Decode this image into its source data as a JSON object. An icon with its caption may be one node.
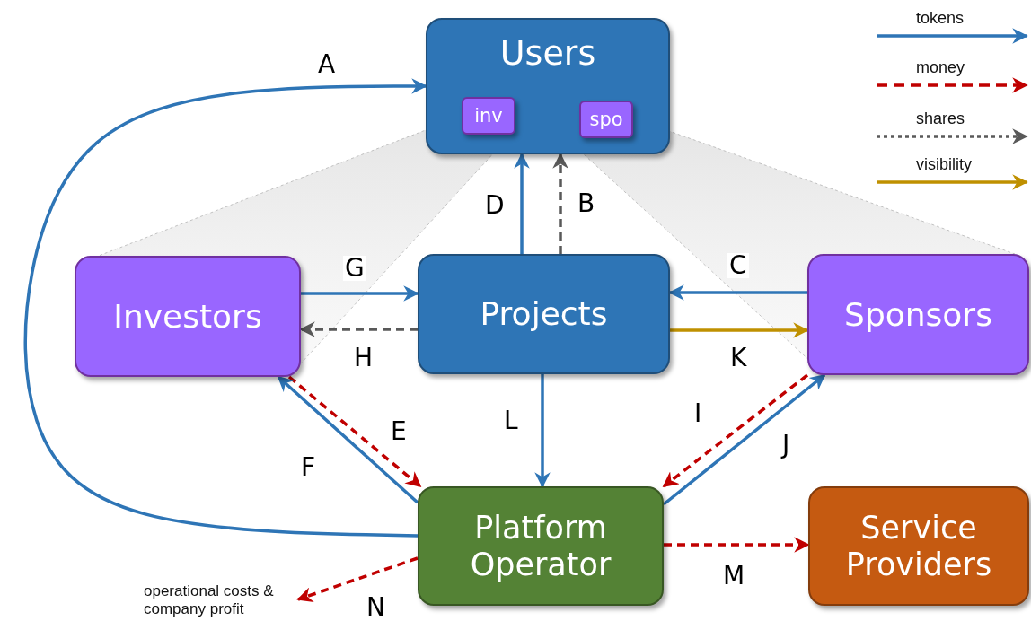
{
  "diagram": {
    "nodes": [
      {
        "text": [
          "Users"
        ]
      },
      {
        "text": [
          "inv"
        ],
        "in": 0
      },
      {
        "text": [
          "spo"
        ],
        "in": 0
      },
      {
        "text": [
          "Investors"
        ]
      },
      {
        "text": [
          "Projects"
        ]
      },
      {
        "text": [
          "Sponsors"
        ]
      },
      {
        "text": [
          "Platform Operator"
        ]
      },
      {
        "text": [
          "Service Providers"
        ]
      },
      {
        "text": [
          "operational costs & company profit"
        ]
      }
    ],
    "edges": [
      {
        "from": 6,
        "to": 0,
        "arrow": "to",
        "label": "A"
      },
      {
        "from": 4,
        "to": 0,
        "arrow": "to",
        "label": "B",
        "style": "dashed",
        "color": "#595959"
      },
      {
        "from": 5,
        "to": 4,
        "arrow": "to",
        "label": "C"
      },
      {
        "from": 4,
        "to": 0,
        "arrow": "to",
        "label": "D"
      },
      {
        "from": 3,
        "to": 6,
        "arrow": "to",
        "label": "E",
        "style": "dashed",
        "color": "#c00000"
      },
      {
        "from": 6,
        "to": 3,
        "arrow": "to",
        "label": "F"
      },
      {
        "from": 3,
        "to": 4,
        "arrow": "to",
        "label": "G"
      },
      {
        "from": 4,
        "to": 3,
        "arrow": "to",
        "label": "H",
        "style": "dashed",
        "color": "#595959"
      },
      {
        "from": 5,
        "to": 6,
        "arrow": "to",
        "label": "I",
        "style": "dashed",
        "color": "#c00000"
      },
      {
        "from": 6,
        "to": 5,
        "arrow": "to",
        "label": "J"
      },
      {
        "from": 4,
        "to": 5,
        "arrow": "to",
        "label": "K",
        "color": "#bf9000"
      },
      {
        "from": 4,
        "to": 6,
        "arrow": "to",
        "label": "L"
      },
      {
        "from": 6,
        "to": 7,
        "arrow": "to",
        "label": "M",
        "style": "dashed",
        "color": "#c00000"
      },
      {
        "from": 6,
        "to": 8,
        "arrow": "to",
        "label": "N",
        "style": "dashed",
        "color": "#c00000"
      }
    ],
    "legend": [
      {
        "text": "tokens"
      },
      {
        "text": "money"
      },
      {
        "text": "shares"
      },
      {
        "text": "visibility"
      }
    ]
  }
}
